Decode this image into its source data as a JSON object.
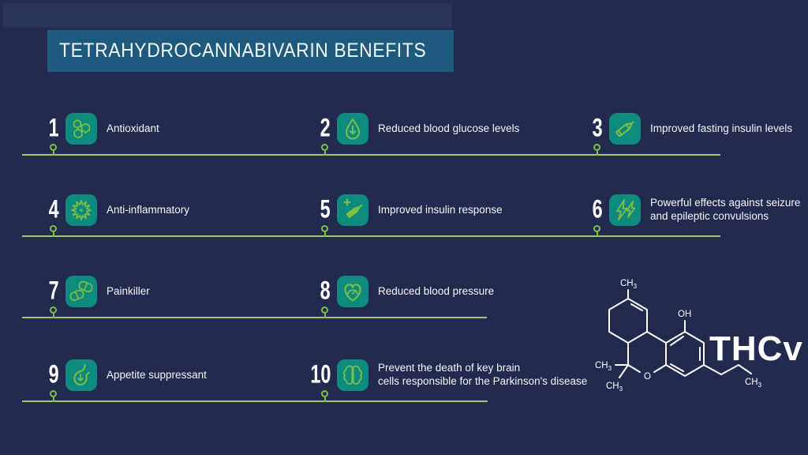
{
  "title": "TETRAHYDROCANNABIVARIN BENEFITS",
  "colors": {
    "background": "#222b4f",
    "title_box": "#1e5a7d",
    "deco_rect": "#293459",
    "icon_tile": "#0f8a7f",
    "icon_glyph_green": "#7ec142",
    "line_green": "#a3c76d",
    "text": "#ffffff"
  },
  "items": [
    {
      "number": "1",
      "label": "Antioxidant",
      "icon": "molecule-icon"
    },
    {
      "number": "2",
      "label": "Reduced blood glucose levels",
      "icon": "blood-drop-icon"
    },
    {
      "number": "3",
      "label": "Improved fasting insulin levels",
      "icon": "insulin-pen-icon"
    },
    {
      "number": "4",
      "label": "Anti-inflammatory",
      "icon": "inflammation-burst-icon"
    },
    {
      "number": "5",
      "label": "Improved insulin response",
      "icon": "syringe-plus-icon"
    },
    {
      "number": "6",
      "label": "Powerful effects against seizure\nand epileptic convulsions",
      "icon": "lightning-icon"
    },
    {
      "number": "7",
      "label": "Painkiller",
      "icon": "pills-icon"
    },
    {
      "number": "8",
      "label": "Reduced blood pressure",
      "icon": "heart-gauge-icon"
    },
    {
      "number": "9",
      "label": "Appetite suppressant",
      "icon": "stomach-icon"
    },
    {
      "number": "10",
      "label": "Prevent the death of key brain\ncells responsible  for the Parkinson's disease",
      "icon": "brain-icon"
    }
  ],
  "molecule": {
    "name": "THCv",
    "methyl": "CH",
    "sub": "3",
    "hydroxyl": "OH",
    "oxygen": "O"
  }
}
